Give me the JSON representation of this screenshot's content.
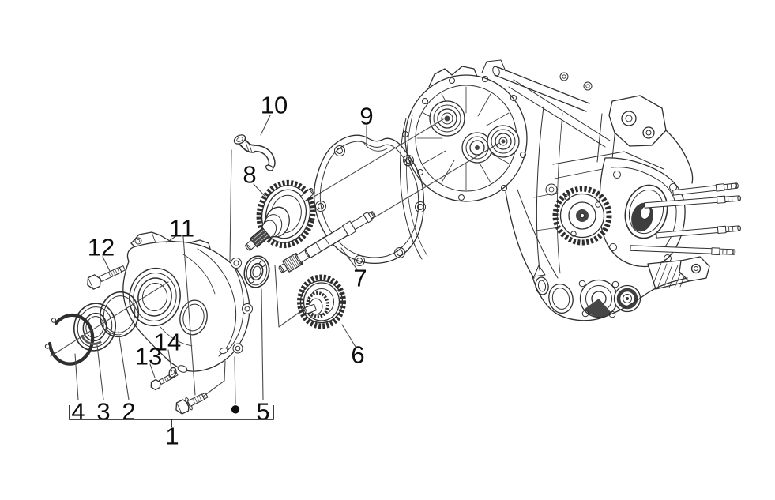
{
  "diagram": {
    "kind": "exploded-parts-diagram",
    "callouts": [
      {
        "label": "1"
      },
      {
        "label": "2"
      },
      {
        "label": "3"
      },
      {
        "label": "4"
      },
      {
        "label": "5"
      },
      {
        "label": "6"
      },
      {
        "label": "7"
      },
      {
        "label": "8"
      },
      {
        "label": "9"
      },
      {
        "label": "10"
      },
      {
        "label": "11"
      },
      {
        "label": "12"
      },
      {
        "label": "13"
      },
      {
        "label": "14"
      },
      {
        "label": "•"
      }
    ],
    "bracket_group": {
      "label": "1",
      "members": [
        "4",
        "3",
        "2",
        "•",
        "5"
      ]
    },
    "colors": {
      "background": "#ffffff",
      "line": "#2e2e2e",
      "leader": "#4a4a4a",
      "label": "#0d0d0d",
      "dark": "#454545"
    }
  }
}
